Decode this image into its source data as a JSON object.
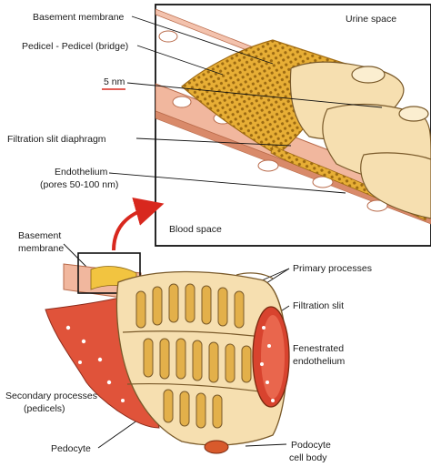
{
  "inset": {
    "urine_space": "Urine space",
    "blood_space": "Blood space"
  },
  "labels": {
    "basement_membrane": "Basement membrane",
    "pedicel_bridge": "Pedicel - Pedicel (bridge)",
    "scale_5nm": "5 nm",
    "filtration_slit_diaphragm": "Filtration slit diaphragm",
    "endothelium_line1": "Endothelium",
    "endothelium_line2": "(pores 50-100 nm)",
    "basement_membrane_lower_line1": "Basement",
    "basement_membrane_lower_line2": "membrane",
    "primary_processes": "Primary processes",
    "filtration_slit": "Filtration slit",
    "fenestrated_line1": "Fenestrated",
    "fenestrated_line2": "endothelium",
    "secondary_line1": "Secondary processes",
    "secondary_line2": "(pedicels)",
    "pedocyte": "Pedocyte",
    "podocyte_body_line1": "Podocyte",
    "podocyte_body_line2": "cell body"
  },
  "colors": {
    "podocyte_fill": "#f6dfb0",
    "podocyte_stroke": "#7a5a2a",
    "basement": "#e89070",
    "endothelium_red": "#d8432e",
    "mesh_gold": "#e0a325",
    "arrow_red": "#d8281e"
  }
}
